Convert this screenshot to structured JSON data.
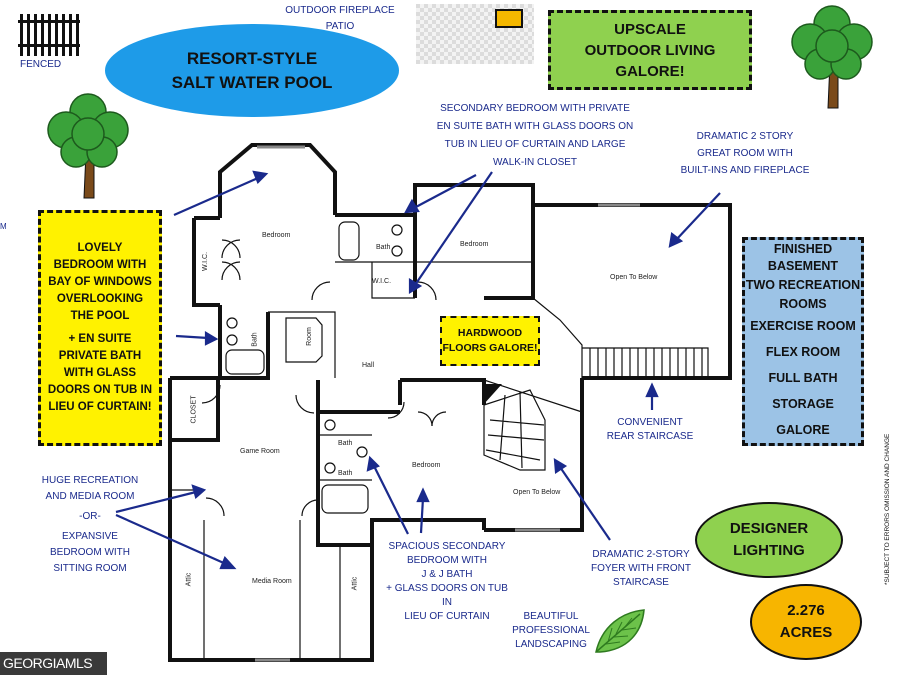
{
  "annotations": {
    "outdoor_fireplace": "OUTDOOR FIREPLACE",
    "patio": "PATIO",
    "fenced": "FENCED",
    "pool": [
      "RESORT-STYLE",
      "SALT WATER POOL"
    ],
    "upscale": [
      "UPSCALE",
      "OUTDOOR LIVING",
      "GALORE!"
    ],
    "secondary_bedroom": [
      "SECONDARY BEDROOM WITH PRIVATE",
      "EN SUITE BATH WITH GLASS DOORS ON",
      "TUB IN LIEU OF CURTAIN AND LARGE",
      "WALK-IN CLOSET"
    ],
    "great_room": [
      "DRAMATIC 2 STORY",
      "GREAT ROOM WITH",
      "BUILT-INS AND FIREPLACE"
    ],
    "lovely_bedroom": [
      "LOVELY",
      "BEDROOM WITH",
      "BAY OF WINDOWS",
      "OVERLOOKING",
      "THE POOL",
      "+ EN SUITE",
      "PRIVATE BATH",
      "WITH GLASS",
      "DOORS ON TUB IN",
      "LIEU OF CURTAIN!"
    ],
    "hardwood": [
      "HARDWOOD",
      "FLOORS GALORE!"
    ],
    "basement": [
      "FINISHED",
      "BASEMENT",
      "TWO RECREATION",
      "ROOMS",
      "EXERCISE ROOM",
      "FLEX ROOM",
      "FULL BATH",
      "STORAGE GALORE"
    ],
    "rear_staircase": [
      "CONVENIENT",
      "REAR STAIRCASE"
    ],
    "huge_recreation": [
      "HUGE RECREATION",
      "AND MEDIA ROOM",
      "-OR-",
      "EXPANSIVE",
      "BEDROOM WITH",
      "SITTING ROOM"
    ],
    "spacious_secondary": [
      "SPACIOUS SECONDARY",
      "BEDROOM WITH",
      "J & J BATH",
      "+ GLASS DOORS ON TUB IN",
      "LIEU OF CURTAIN"
    ],
    "foyer": [
      "DRAMATIC 2-STORY",
      "FOYER WITH FRONT",
      "STAIRCASE"
    ],
    "designer_lighting": [
      "DESIGNER",
      "LIGHTING"
    ],
    "acres": [
      "2.276",
      "ACRES"
    ],
    "landscaping": [
      "BEAUTIFUL",
      "PROFESSIONAL",
      "LANDSCAPING"
    ],
    "disclaimer": "*SUBJECT TO ERRORS OMISSION AND CHANGE",
    "edge_letter": "M"
  },
  "rooms": {
    "bedroom_left": "Bedroom",
    "wic_left": "W.I.C.",
    "bath_top": "Bath",
    "wic_mid": "W.I.C.",
    "bedroom_right": "Bedroom",
    "open_to_below_top": "Open To Below",
    "bath_left": "Bath",
    "room": "Room",
    "hall": "Hall",
    "closet": "CLOSET",
    "game_room": "Game Room",
    "bath_a": "Bath",
    "bath_b": "Bath",
    "bedroom_lower": "Bedroom",
    "open_to_below_lower": "Open To Below",
    "attic_left": "Attic",
    "media_room": "Media Room",
    "attic_right": "Attic"
  },
  "logo": {
    "text": "GEORGIAMLS"
  },
  "colors": {
    "annotation_blue": "#1a2a8c",
    "yellow": "#fff200",
    "green": "#8fd14f",
    "basement_blue": "#9cc3e6",
    "pool_blue": "#1e9be8",
    "acres_orange": "#f7b500"
  }
}
